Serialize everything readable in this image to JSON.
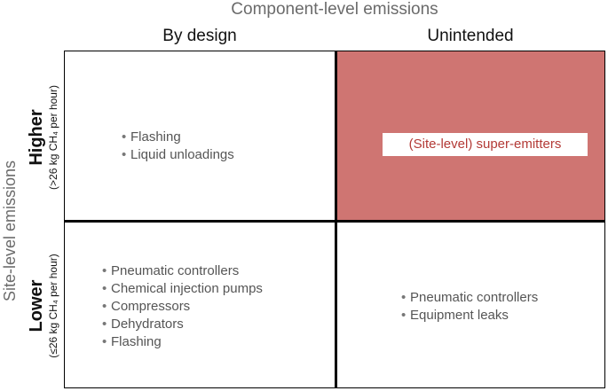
{
  "title": "Component-level emissions",
  "columns": [
    "By design",
    "Unintended"
  ],
  "row_axis_label": "Site-level emissions",
  "rows": [
    {
      "label": "Higher",
      "sub": "(>26 kg CH₄ per hour)"
    },
    {
      "label": "Lower",
      "sub": "(≤26 kg CH₄ per hour)"
    }
  ],
  "cells": {
    "higher_by_design": [
      "Flashing",
      "Liquid unloadings"
    ],
    "higher_unintended": "(Site-level) super-emitters",
    "lower_by_design": [
      "Pneumatic controllers",
      "Chemical injection pumps",
      "Compressors",
      "Dehydrators",
      "Flashing"
    ],
    "lower_unintended": [
      "Pneumatic controllers",
      "Equipment leaks"
    ]
  },
  "colors": {
    "highlight_fill": "#cf7572",
    "highlight_text": "#b33a36",
    "axis_text": "#6b6b6b",
    "body_text": "#555555"
  }
}
